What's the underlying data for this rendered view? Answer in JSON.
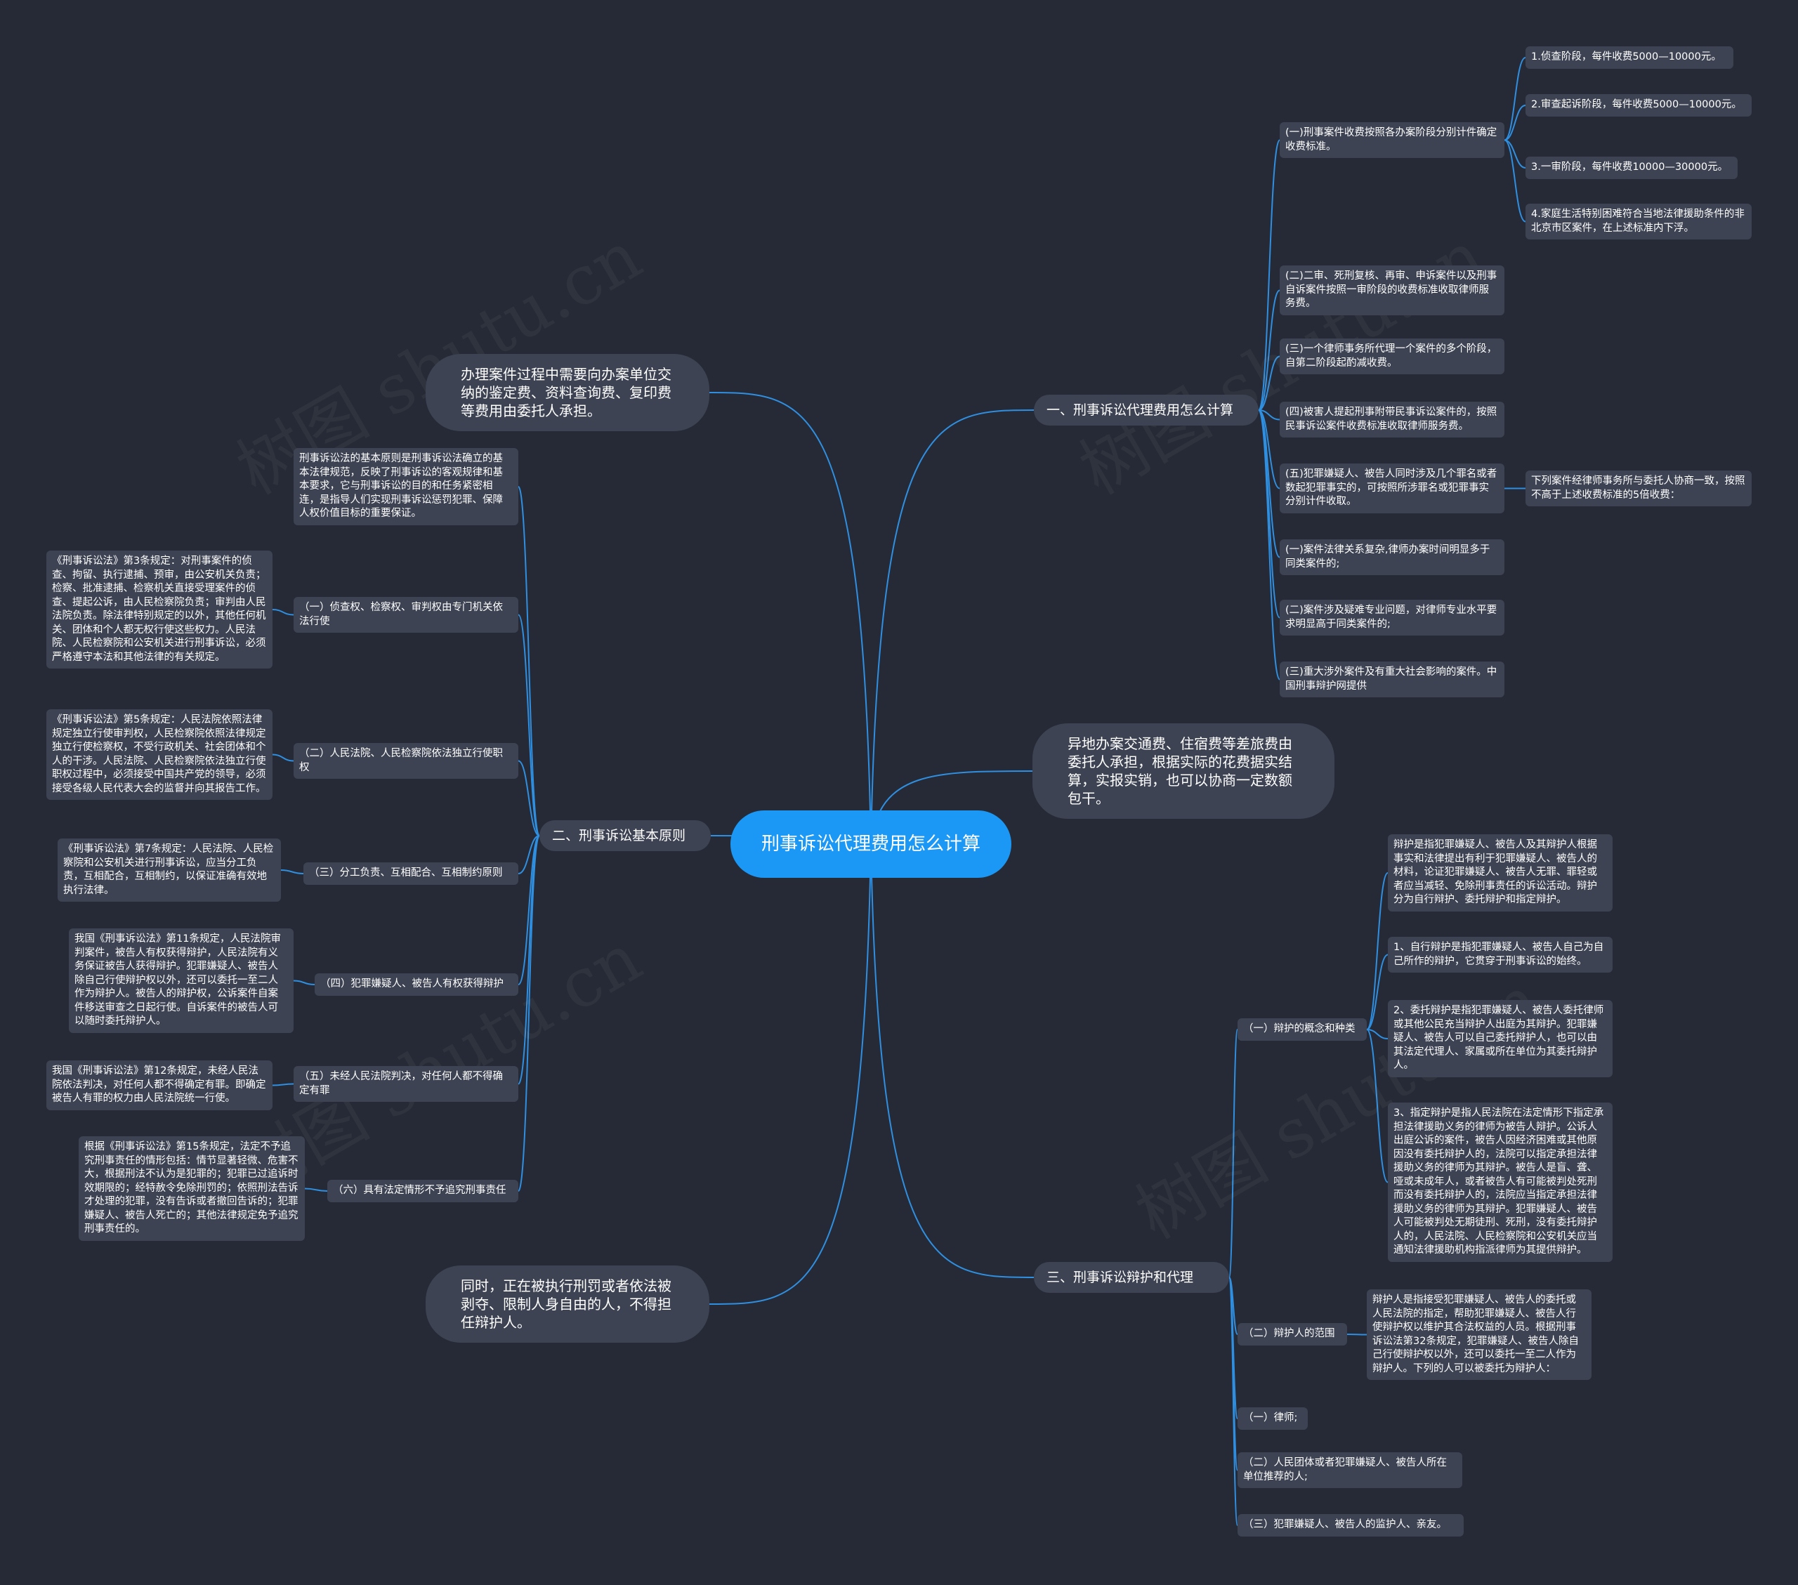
{
  "colors": {
    "background": "#262a36",
    "node": "#3d4353",
    "root": "#1b98f5",
    "connector": "#2f8fe0"
  },
  "watermark": "树图 shutu.cn",
  "root": "刑事诉讼代理费用怎么计算",
  "floating": {
    "top_left": "办理案件过程中需要向办案单位交纳的鉴定费、资料查询费、复印费等费用由委托人承担。",
    "right_middle": "异地办案交通费、住宿费等差旅费由委托人承担，根据实际的花费据实结算，实报实销，也可以协商一定数额包干。",
    "bottom_left": "同时，正在被执行刑罚或者依法被剥夺、限制人身自由的人，不得担任辩护人。"
  },
  "branch1": {
    "title": "一、刑事诉讼代理费用怎么计算",
    "item1": "(一)刑事案件收费按照各办案阶段分别计件确定收费标准。",
    "item1_children": [
      "1.侦查阶段，每件收费5000—10000元。",
      "2.审查起诉阶段，每件收费5000—10000元。",
      "3.一审阶段，每件收费10000—30000元。",
      "4.家庭生活特别困难符合当地法律援助条件的非北京市区案件，在上述标准内下浮。"
    ],
    "item2": "(二)二审、死刑复核、再审、申诉案件以及刑事自诉案件按照一审阶段的收费标准收取律师服务费。",
    "item3": "(三)一个律师事务所代理一个案件的多个阶段，自第二阶段起酌减收费。",
    "item4": "(四)被害人提起刑事附带民事诉讼案件的，按照民事诉讼案件收费标准收取律师服务费。",
    "item5": "(五)犯罪嫌疑人、被告人同时涉及几个罪名或者数起犯罪事实的，可按照所涉罪名或犯罪事实分别计件收取。",
    "item5_child": "下列案件经律师事务所与委托人协商一致，按照不高于上述收费标准的5倍收费：",
    "item6": "(一)案件法律关系复杂,律师办案时间明显多于同类案件的;",
    "item7": "(二)案件涉及疑难专业问题，对律师专业水平要求明显高于同类案件的;",
    "item8": "(三)重大涉外案件及有重大社会影响的案件。中国刑事辩护网提供"
  },
  "branch2": {
    "title": "二、刑事诉讼基本原则",
    "intro": "刑事诉讼法的基本原则是刑事诉讼法确立的基本法律规范，反映了刑事诉讼的客观规律和基本要求，它与刑事诉讼的目的和任务紧密相连，是指导人们实现刑事诉讼惩罚犯罪、保障人权价值目标的重要保证。",
    "p1": "（一）侦查权、检察权、审判权由专门机关依法行使",
    "p1_detail": "《刑事诉讼法》第3条规定：对刑事案件的侦查、拘留、执行逮捕、预审，由公安机关负责；检察、批准逮捕、检察机关直接受理案件的侦查、提起公诉，由人民检察院负责；审判由人民法院负责。除法律特别规定的以外，其他任何机关、团体和个人都无权行使这些权力。人民法院、人民检察院和公安机关进行刑事诉讼，必须严格遵守本法和其他法律的有关规定。",
    "p2": "（二）人民法院、人民检察院依法独立行使职权",
    "p2_detail": "《刑事诉讼法》第5条规定：人民法院依照法律规定独立行使审判权，人民检察院依照法律规定独立行使检察权，不受行政机关、社会团体和个人的干涉。人民法院、人民检察院依法独立行使职权过程中，必须接受中国共产党的领导，必须接受各级人民代表大会的监督并向其报告工作。",
    "p3": "（三）分工负责、互相配合、互相制约原则",
    "p3_detail": "《刑事诉讼法》第7条规定：人民法院、人民检察院和公安机关进行刑事诉讼，应当分工负责，互相配合，互相制约，以保证准确有效地执行法律。",
    "p4": "（四）犯罪嫌疑人、被告人有权获得辩护",
    "p4_detail": "我国《刑事诉讼法》第11条规定，人民法院审判案件，被告人有权获得辩护，人民法院有义务保证被告人获得辩护。犯罪嫌疑人、被告人除自己行使辩护权以外，还可以委托一至二人作为辩护人。被告人的辩护权，公诉案件自案件移送审查之日起行使。自诉案件的被告人可以随时委托辩护人。",
    "p5": "（五）未经人民法院判决，对任何人都不得确定有罪",
    "p5_detail": "我国《刑事诉讼法》第12条规定，未经人民法院依法判决，对任何人都不得确定有罪。即确定被告人有罪的权力由人民法院统一行使。",
    "p6": "（六）具有法定情形不予追究刑事责任",
    "p6_detail": "根据《刑事诉讼法》第15条规定，法定不予追究刑事责任的情形包括：情节显著轻微、危害不大，根据刑法不认为是犯罪的；犯罪已过追诉时效期限的；经特赦令免除刑罚的；依照刑法告诉才处理的犯罪，没有告诉或者撤回告诉的；犯罪嫌疑人、被告人死亡的；其他法律规定免予追究刑事责任的。"
  },
  "branch3": {
    "title": "三、刑事诉讼辩护和代理",
    "s1": "（一）辩护的概念和种类",
    "s1_children": [
      "辩护是指犯罪嫌疑人、被告人及其辩护人根据事实和法律提出有利于犯罪嫌疑人、被告人的材料，论证犯罪嫌疑人、被告人无罪、罪轻或者应当减轻、免除刑事责任的诉讼活动。辩护分为自行辩护、委托辩护和指定辩护。",
      "1、自行辩护是指犯罪嫌疑人、被告人自己为自己所作的辩护，它贯穿于刑事诉讼的始终。",
      "2、委托辩护是指犯罪嫌疑人、被告人委托律师或其他公民充当辩护人出庭为其辩护。犯罪嫌疑人、被告人可以自己委托辩护人，也可以由其法定代理人、家属或所在单位为其委托辩护人。",
      "3、指定辩护是指人民法院在法定情形下指定承担法律援助义务的律师为被告人辩护。公诉人出庭公诉的案件，被告人因经济困难或其他原因没有委托辩护人的，法院可以指定承担法律援助义务的律师为其辩护。被告人是盲、聋、哑或未成年人，或者被告人有可能被判处死刑而没有委托辩护人的，法院应当指定承担法律援助义务的律师为其辩护。犯罪嫌疑人、被告人可能被判处无期徒刑、死刑，没有委托辩护人的，人民法院、人民检察院和公安机关应当通知法律援助机构指派律师为其提供辩护。"
    ],
    "s2": "（二）辩护人的范围",
    "s2_detail": "辩护人是指接受犯罪嫌疑人、被告人的委托或人民法院的指定，帮助犯罪嫌疑人、被告人行使辩护权以维护其合法权益的人员。根据刑事诉讼法第32条规定，犯罪嫌疑人、被告人除自己行使辩护权以外，还可以委托一至二人作为辩护人。下列的人可以被委托为辩护人：",
    "s3": "（一）律师;",
    "s4": "（二）人民团体或者犯罪嫌疑人、被告人所在单位推荐的人;",
    "s5": "（三）犯罪嫌疑人、被告人的监护人、亲友。"
  }
}
